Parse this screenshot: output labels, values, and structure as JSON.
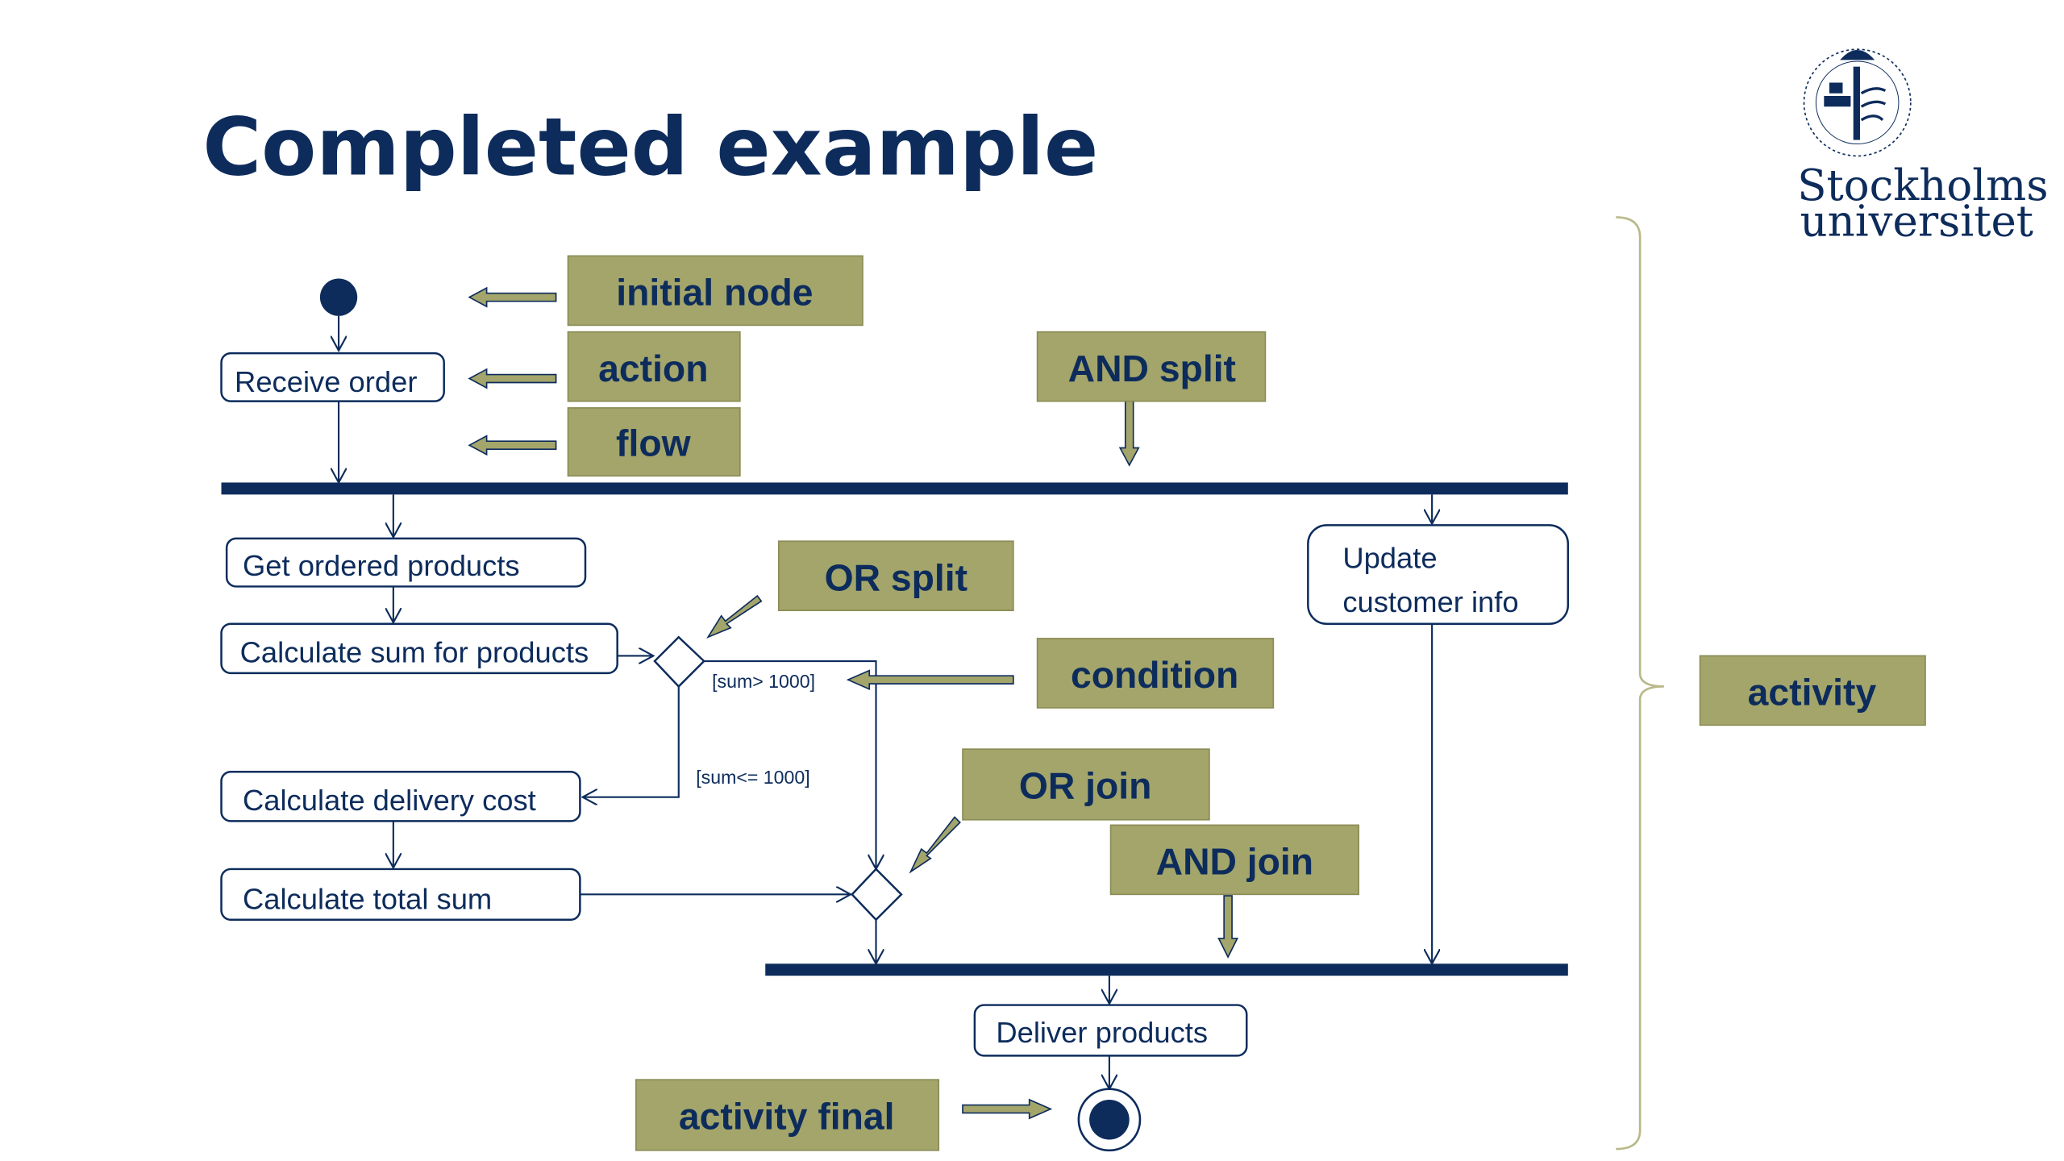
{
  "slide": {
    "title": "Completed example",
    "logo": {
      "line1": "Stockholms",
      "line2": "universitet",
      "seal_icon": "university-seal-icon"
    },
    "colors": {
      "navy": "#0d2c5c",
      "label_fill": "#a3a56b",
      "label_border": "#8a8c55",
      "bracket": "#b9b98a",
      "arrow_fill": "#a3a56b"
    }
  },
  "actions": {
    "receive_order": "Receive order",
    "get_ordered_products": "Get ordered products",
    "calculate_sum": "Calculate sum for products",
    "calculate_delivery": "Calculate delivery cost",
    "calculate_total": "Calculate total sum",
    "update_customer_1": "Update",
    "update_customer_2": "customer info",
    "deliver_products": "Deliver products"
  },
  "guards": {
    "greater": "[sum> 1000]",
    "less_equal": "[sum<= 1000]"
  },
  "labels": {
    "initial_node": "initial node",
    "action": "action",
    "flow": "flow",
    "and_split": "AND split",
    "or_split": "OR split",
    "condition": "condition",
    "or_join": "OR join",
    "and_join": "AND join",
    "activity_final": "activity final",
    "activity": "activity"
  }
}
